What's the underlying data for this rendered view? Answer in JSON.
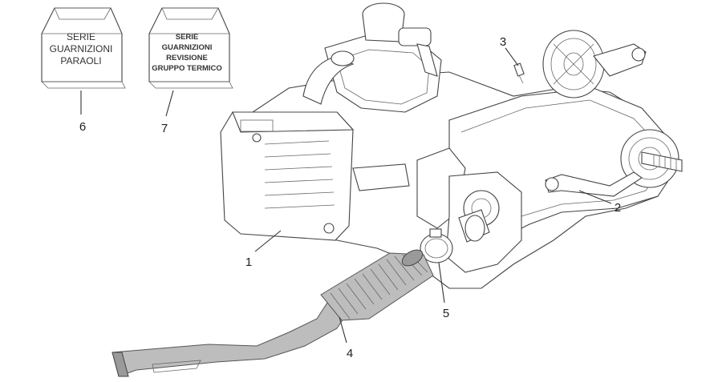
{
  "kits": [
    {
      "name": "kit-gaskets-oil-seals",
      "lines": [
        "SERIE",
        "GUARNIZIONI",
        "PARAOLI"
      ],
      "callout": "6"
    },
    {
      "name": "kit-cylinder-overhaul",
      "lines": [
        "SERIE",
        "GUARNIZIONI",
        "REVISIONE",
        "GRUPPO TERMICO"
      ],
      "callout": "7"
    }
  ],
  "callouts": {
    "c1": "1",
    "c2": "2",
    "c3": "3",
    "c4": "4",
    "c5": "5"
  }
}
